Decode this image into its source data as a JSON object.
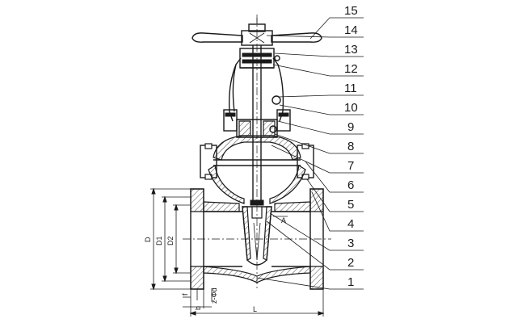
{
  "part_numbers": [
    "15",
    "14",
    "13",
    "12",
    "11",
    "10",
    "9",
    "8",
    "7",
    "6",
    "5",
    "4",
    "3",
    "2",
    "1"
  ],
  "dimensions": {
    "D": "D",
    "D1": "D1",
    "D2": "D2",
    "f": "f",
    "b": "b",
    "z_phi_d": "z-Φd",
    "L": "L",
    "section_mark": "A"
  }
}
